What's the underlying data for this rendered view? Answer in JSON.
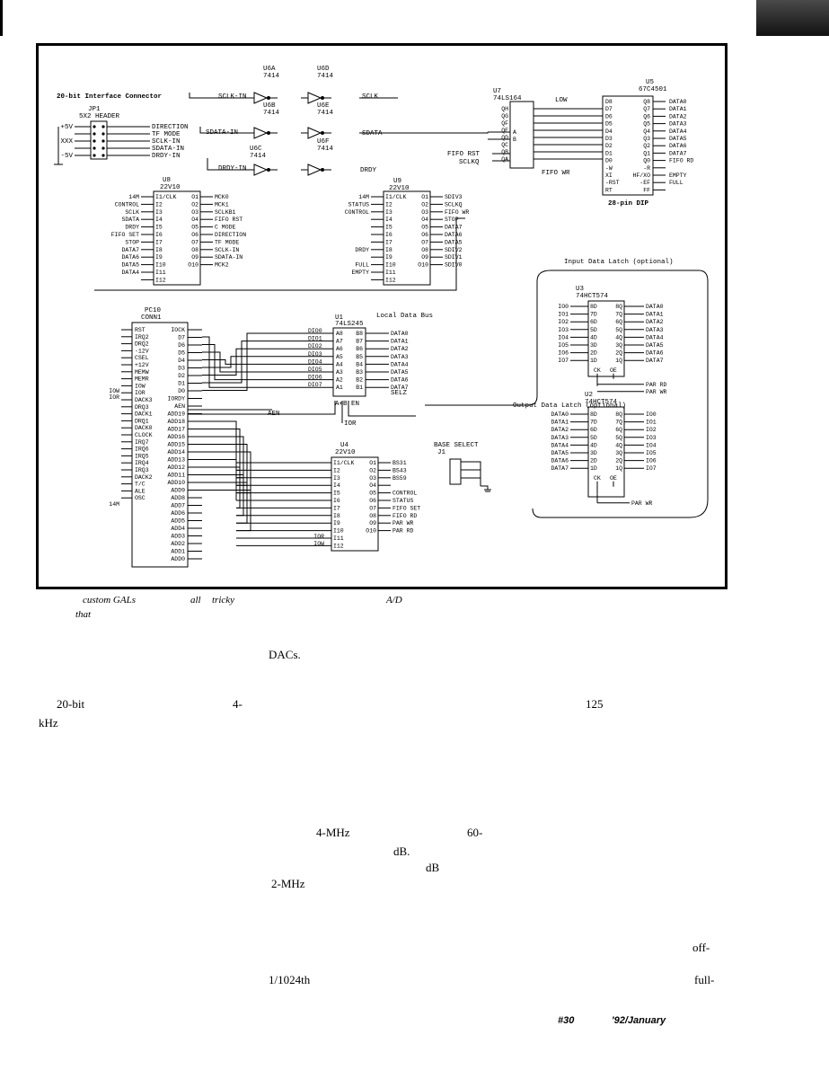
{
  "header_labels": {
    "connector_title": "20-bit Interface Connector",
    "jp1": "JP1",
    "jp1_type": "5X2 HEADER",
    "u6a": "U6A",
    "u6d": "U6D",
    "u6b": "U6B",
    "u6e": "U6E",
    "u6c": "U6C",
    "u6f": "U6F",
    "part_7414": "7414",
    "u7": "U7",
    "u7_part": "74LS164",
    "u5": "U5",
    "u5_part": "67C4501",
    "u5_pkg": "28-pin DIP",
    "u8": "U8",
    "u9": "U9",
    "gal_part": "22V10",
    "pc10": "PC10",
    "conn1": "CONN1",
    "u1": "U1",
    "u1_part": "74LS245",
    "local_bus": "Local Data Bus",
    "u3": "U3",
    "u2": "U2",
    "latch_part": "74HCT574",
    "input_latch": "Input Data Latch (optional)",
    "output_latch": "Output Data Latch (optional)",
    "u4": "U4",
    "base_select": "BASE SELECT",
    "j1": "J1"
  },
  "jp1_pins": [
    {
      "left": "+5V",
      "right": "DIRECTION"
    },
    {
      "left": "",
      "right": "TF MODE"
    },
    {
      "left": "XXX",
      "right": "SCLK-IN"
    },
    {
      "left": "",
      "right": "SDATA-IN"
    },
    {
      "left": "-5V",
      "right": "DRDY-IN"
    }
  ],
  "signals": {
    "sclk_in": "SCLK-IN",
    "sdata_in": "SDATA-IN",
    "drdy_in": "DRDY-IN",
    "sclk": "SCLK",
    "sdata": "SDATA",
    "drdy": "DRDY",
    "fifo_rst": "FIFO RST",
    "sclkq": "SCLKQ",
    "fifo_wr": "FIFO WR",
    "low": "LOW",
    "fifo_rd": "FIFO RD",
    "empty": "EMPTY",
    "full": "FULL",
    "aen": "AEN",
    "ior": "IOR",
    "iow": "IOW",
    "selz": "SELZ",
    "a_b_en": "A+B EN"
  },
  "u7_pins": [
    "QH",
    "QG",
    "QF",
    "QE",
    "QD",
    "QC",
    "QB",
    "QA"
  ],
  "u5_left": [
    "D8",
    "D7",
    "D6",
    "D5",
    "D4",
    "D3",
    "D2",
    "D1",
    "D0",
    "-W",
    "XI",
    "-RST",
    "RT"
  ],
  "u5_right": [
    "Q8",
    "Q7",
    "Q6",
    "Q5",
    "Q4",
    "Q3",
    "Q2",
    "Q1",
    "Q0",
    "-R",
    "HF/XO",
    "-EF",
    "FF"
  ],
  "u5_right_sigs": [
    "DATA0",
    "DATA1",
    "DATA2",
    "DATA3",
    "DATA4",
    "DATA5",
    "DATA6",
    "DATA7",
    "FIFO RD",
    "",
    "EMPTY",
    "FULL"
  ],
  "u8_inputs": [
    "14M",
    "CONTROL",
    "SCLK",
    "SDATA",
    "DRDY",
    "FIFO SET",
    "STOP",
    "DATA7",
    "DATA6",
    "DATA5",
    "DATA4",
    ""
  ],
  "u8_outputs": [
    "MCK0",
    "MCK1",
    "SCLKB1",
    "FIFO RST",
    "C MODE",
    "DIRECTION",
    "TF MODE",
    "SCLK-IN",
    "SDATA-IN",
    "MCK2"
  ],
  "u9_inputs": [
    "14M",
    "STATUS",
    "CONTROL",
    "",
    "",
    "",
    "",
    "DRDY",
    "",
    "FULL",
    "EMPTY",
    ""
  ],
  "u9_outputs": [
    "SDIV3",
    "SCLKQ",
    "FIFO WR",
    "STOP",
    "DATA7",
    "DATA6",
    "DATA5",
    "SDIV2",
    "SDIV1",
    "SDIV0"
  ],
  "gal_in_pins": [
    "I1/CLK",
    "I2",
    "I3",
    "I4",
    "I5",
    "I6",
    "I7",
    "I8",
    "I9",
    "I10",
    "I11",
    "I12"
  ],
  "gal_out_pins": [
    "O1",
    "O2",
    "O3",
    "O4",
    "O5",
    "O6",
    "O7",
    "O8",
    "O9",
    "O10"
  ],
  "pc_left": [
    "RST",
    "IRQ2",
    "DRQ2",
    "-12V",
    "CSEL",
    "+12V",
    "MEMW",
    "MEMR",
    "IOW",
    "IOR",
    "DACK3",
    "DRQ3",
    "DACK1",
    "DRQ1",
    "DACK0",
    "CLOCK",
    "IRQ7",
    "IRQ6",
    "IRQ5",
    "IRQ4",
    "IRQ3",
    "DACK2",
    "T/C",
    "ALE",
    "OSC"
  ],
  "pc_right": [
    "IOCK",
    "D7",
    "D6",
    "D5",
    "D4",
    "D3",
    "D2",
    "D1",
    "D0",
    "IORDY",
    "AEN",
    "ADD19",
    "ADD18",
    "ADD17",
    "ADD16",
    "ADD15",
    "ADD14",
    "ADD13",
    "ADD12",
    "ADD11",
    "ADD10",
    "ADD9",
    "ADD8",
    "ADD7",
    "ADD6",
    "ADD5",
    "ADD4",
    "ADD3",
    "ADD2",
    "ADD1",
    "ADD0"
  ],
  "u1_left": [
    "A8",
    "A7",
    "A6",
    "A5",
    "A4",
    "A3",
    "A2",
    "A1"
  ],
  "u1_right": [
    "B8",
    "B7",
    "B6",
    "B5",
    "B4",
    "B3",
    "B2",
    "B1"
  ],
  "u1_di": [
    "DIO0",
    "DIO1",
    "DIO2",
    "DIO3",
    "DIO4",
    "DIO5",
    "DIO6",
    "DIO7"
  ],
  "data_lines": [
    "DATA0",
    "DATA1",
    "DATA2",
    "DATA3",
    "DATA4",
    "DATA5",
    "DATA6",
    "DATA7"
  ],
  "io_lines": [
    "IO0",
    "IO1",
    "IO2",
    "IO3",
    "IO4",
    "IO5",
    "IO6",
    "IO7"
  ],
  "latch_in": [
    "8D",
    "7D",
    "6D",
    "5D",
    "4D",
    "3D",
    "2D",
    "1D"
  ],
  "latch_out": [
    "8Q",
    "7Q",
    "6Q",
    "5Q",
    "4Q",
    "3Q",
    "2Q",
    "1Q"
  ],
  "latch_ctrl": {
    "ck": "CK",
    "oe": "OE",
    "par_rd": "PAR RD",
    "par_wr": "PAR WR"
  },
  "u4_outputs": [
    "BS31",
    "BS43",
    "BS59",
    "",
    "CONTROL",
    "STATUS",
    "FIFO SET",
    "FIFO RD",
    "PAR WR",
    "PAR RD"
  ],
  "u4_side_inputs": [
    "IOR",
    "IOW"
  ],
  "fragments": {
    "caption_a": "custom GALs",
    "caption_b": "all",
    "caption_c": "tricky",
    "caption_d": "A/D",
    "caption_e": "that",
    "t_dacs": "DACs.",
    "t_20bit": "20-bit",
    "t_4": "4-",
    "t_125": "125",
    "t_khz": "kHz",
    "t_4mhz": "4-MHz",
    "t_60": "60-",
    "t_db1": "dB.",
    "t_db2": "dB",
    "t_2mhz": "2-MHz",
    "t_off": "off-",
    "t_1024": "1/1024th",
    "t_full": "full-",
    "t_issue": "#30",
    "t_date": "'92/January"
  }
}
